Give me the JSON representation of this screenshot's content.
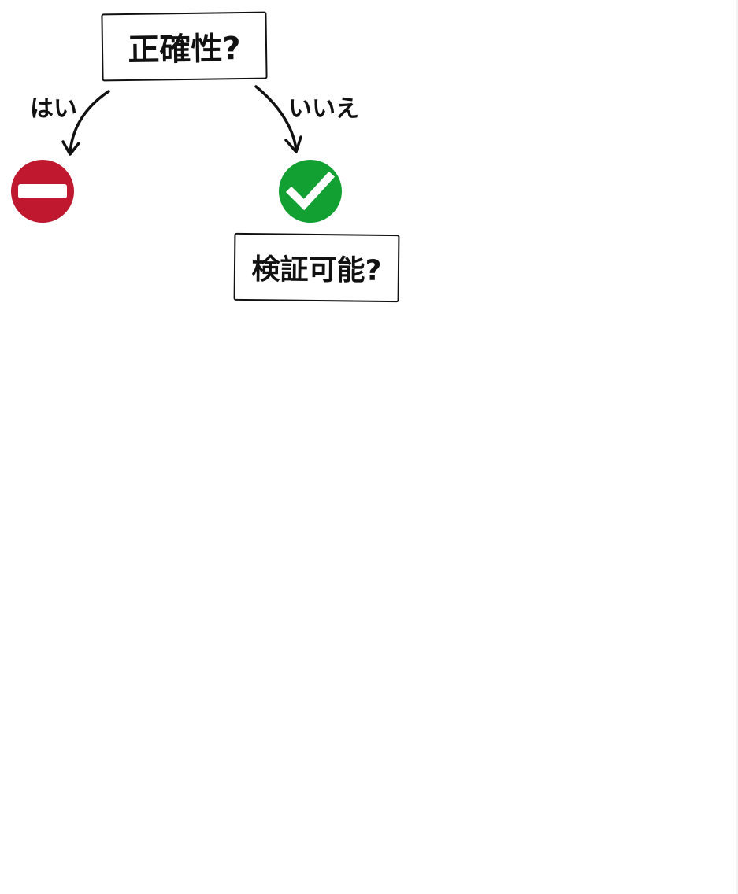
{
  "diagram": {
    "question_1": "正確性?",
    "question_2": "検証可能?",
    "edge_yes_label": "はい",
    "edge_no_label": "いいえ",
    "icons": {
      "left_outcome": "no-entry-icon",
      "right_outcome": "check-mark-icon"
    },
    "colors": {
      "no_entry_red": "#c0192f",
      "check_green": "#12a033",
      "stroke": "#111111"
    }
  }
}
